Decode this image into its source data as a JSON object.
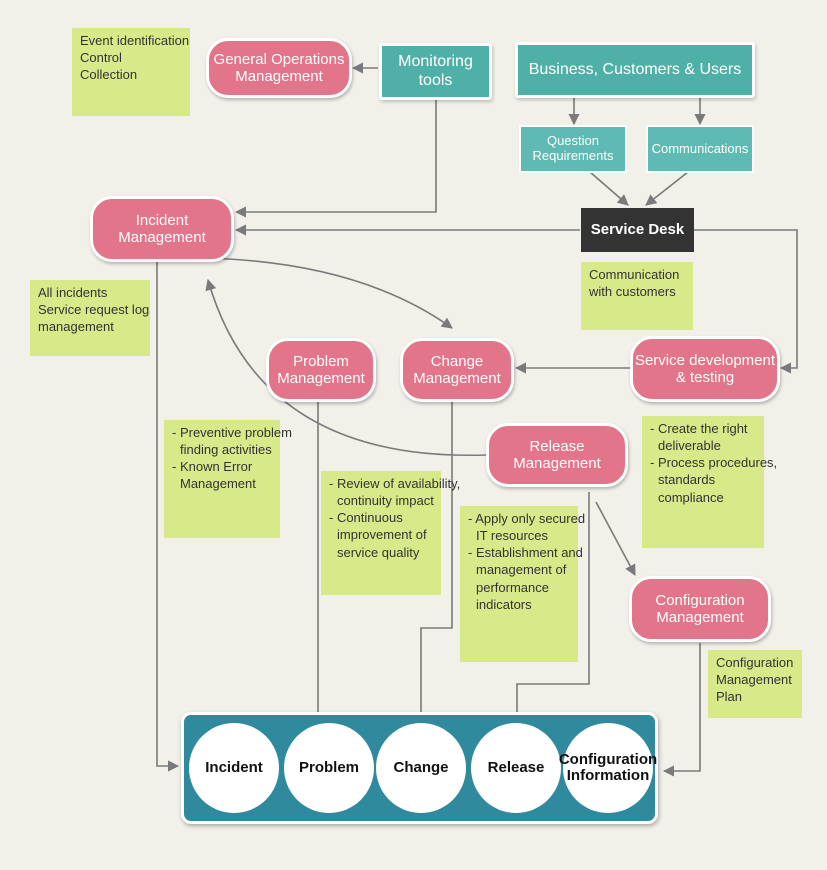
{
  "nodes": {
    "general_operations": "General Operations Management",
    "monitoring_tools": "Monitoring tools",
    "business": "Business, Customers & Users",
    "question_requirements": "Question Requirements",
    "communications": "Communications",
    "service_desk": "Service Desk",
    "incident_management": "Incident Management",
    "problem_management": "Problem Management",
    "change_management": "Change Management",
    "service_development": "Service development & testing",
    "release_management": "Release Management",
    "configuration_management": "Configuration Management"
  },
  "notes": {
    "event": [
      "Event identification",
      "Control",
      "Collection"
    ],
    "incidents": [
      "All incidents",
      "Service request log",
      "management"
    ],
    "communication": [
      "Communication",
      "with customers"
    ],
    "problem": [
      "- Preventive problem",
      "  finding activities",
      "- Known Error",
      "  Management"
    ],
    "change": [
      "- Review of availability,",
      "  continuity impact",
      "- Continuous",
      "  improvement of",
      "  service quality"
    ],
    "release": [
      "- Apply only secured",
      "  IT resources",
      "- Establishment and",
      "  management of",
      "  performance",
      "  indicators"
    ],
    "service_dev": [
      "- Create the right",
      "  deliverable",
      "- Process procedures,",
      "  standards",
      "  compliance"
    ],
    "config": [
      "Configuration",
      "Management",
      "Plan"
    ]
  },
  "database": {
    "items": [
      "Incident",
      "Problem",
      "Change",
      "Release",
      "Configuration Information"
    ]
  },
  "colors": {
    "process": "#e3758a",
    "source": "#4fb0a8",
    "service_desk": "#333333",
    "note": "#d8e98a",
    "database": "#2e8a9c",
    "arrow": "#7a7a7a"
  }
}
